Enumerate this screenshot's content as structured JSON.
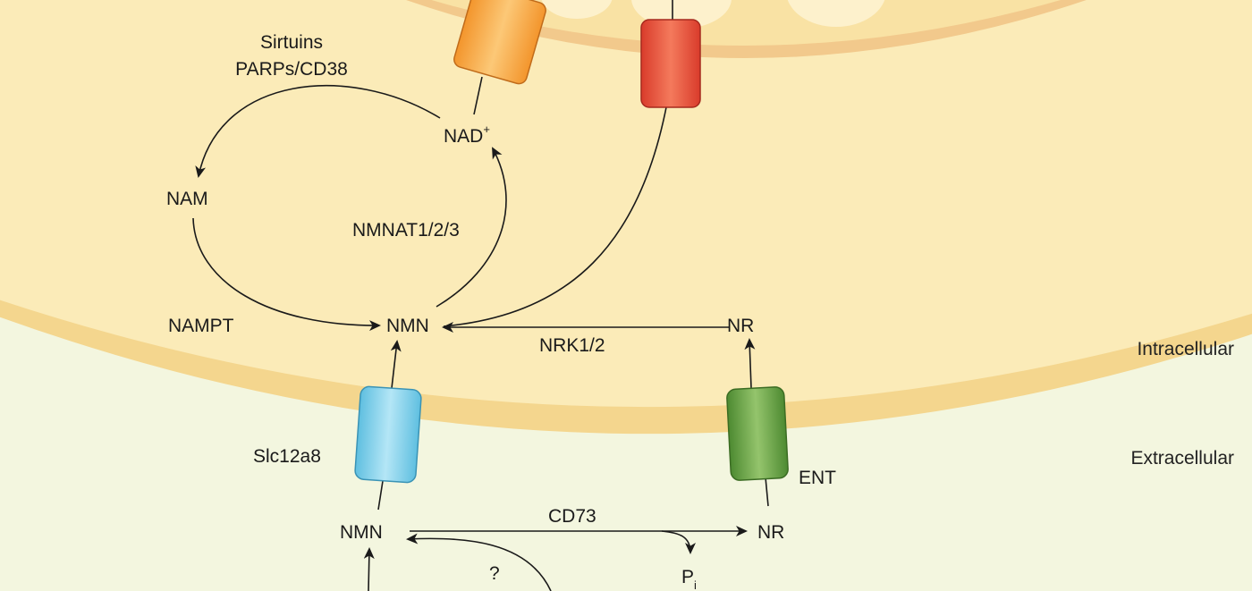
{
  "labels": {
    "sirtuins": "Sirtuins",
    "parps_cd38": "PARPs/CD38",
    "nad": "NAD",
    "nad_charge": "+",
    "nam": "NAM",
    "nmnat": "NMNAT1/2/3",
    "nampt": "NAMPT",
    "nmn_intra": "NMN",
    "nrk": "NRK1/2",
    "nr_intra": "NR",
    "intracellular": "Intracellular",
    "extracellular": "Extracellular",
    "slc12a8": "Slc12a8",
    "ent": "ENT",
    "nmn_extra": "NMN",
    "cd73": "CD73",
    "nr_extra": "NR",
    "question": "?",
    "pi": "P",
    "pi_sub": "i"
  },
  "colors": {
    "extracellular_bg": "#f3f6df",
    "cytoplasm": "#fbebb8",
    "cell_membrane": "#f4d68e",
    "nucleus": "#f9e2a4",
    "nuclear_membrane": "#f2c98c",
    "slc12a8_transporter": "#7ccfe8",
    "ent_transporter": "#5f9a3e",
    "orange_transporter": "#f6a540",
    "red_transporter": "#e64a38"
  }
}
